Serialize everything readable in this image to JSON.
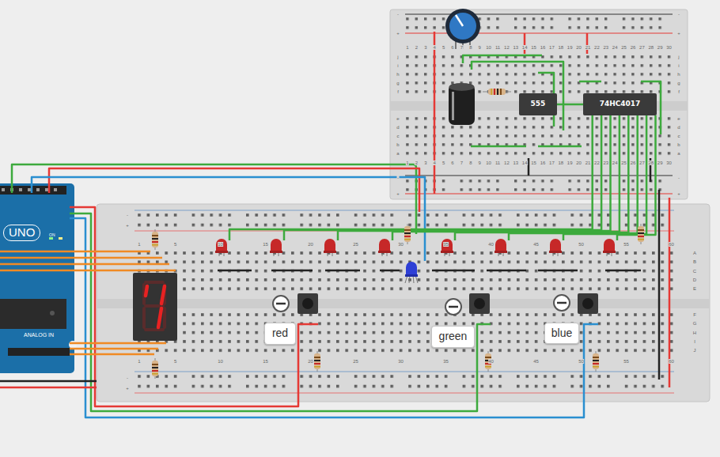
{
  "diagram": {
    "nodes": [
      {
        "text": [
          "UNO",
          "ON",
          "ANALOG IN"
        ]
      },
      {
        "text": [
          "555"
        ]
      },
      {
        "text": [
          "74HC4017"
        ]
      },
      {
        "text": [
          "red"
        ]
      },
      {
        "text": [
          "green"
        ]
      },
      {
        "text": [
          "blue"
        ]
      }
    ],
    "edges": [
      {
        "from": 1,
        "to": 2,
        "arrow": "none"
      }
    ],
    "labels": [
      "1",
      "5",
      "10",
      "15",
      "20",
      "25",
      "30",
      "35",
      "40",
      "45",
      "50",
      "55",
      "60",
      "1",
      "5",
      "10",
      "15",
      "20",
      "25",
      "30",
      "35",
      "40",
      "45",
      "50",
      "55",
      "60",
      "A",
      "B",
      "C",
      "D",
      "E",
      "F",
      "G",
      "H",
      "I",
      "J",
      "-",
      "+",
      "-",
      "+",
      "1",
      "2",
      "3",
      "4",
      "5",
      "6",
      "7",
      "8",
      "9",
      "10",
      "11",
      "12",
      "13",
      "14",
      "15",
      "16",
      "17",
      "18",
      "19",
      "20",
      "21",
      "22",
      "23",
      "24",
      "25",
      "26",
      "27",
      "28",
      "29",
      "30",
      "1",
      "2",
      "3",
      "4",
      "5",
      "6",
      "7",
      "8",
      "9",
      "10",
      "11",
      "12",
      "13",
      "14",
      "15",
      "16",
      "17",
      "18",
      "19",
      "20",
      "21",
      "22",
      "23",
      "24",
      "25",
      "26",
      "27",
      "28",
      "29",
      "30",
      "j",
      "i",
      "h",
      "g",
      "f",
      "e",
      "d",
      "c",
      "b",
      "a",
      "j",
      "i",
      "h",
      "g",
      "f",
      "e",
      "d",
      "c",
      "b",
      "a",
      "-",
      "+",
      "-",
      "+",
      "-",
      "+",
      "-",
      "+"
    ]
  }
}
